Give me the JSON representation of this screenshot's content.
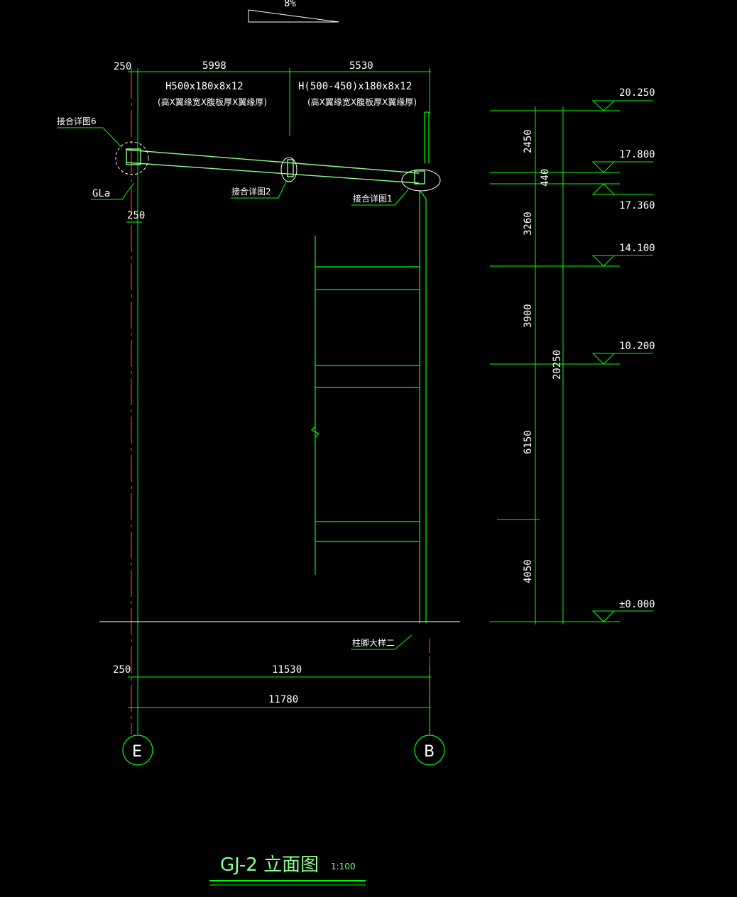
{
  "slope": "8%",
  "top_dims": {
    "left_offset": "250",
    "span1": "5998",
    "span2": "5530"
  },
  "beam1": {
    "section": "H500x180x8x12",
    "note": "(高X翼缘宽X腹板厚X翼缘厚)"
  },
  "beam2": {
    "section": "H(500-450)x180x8x12",
    "note": "(高X翼缘宽X腹板厚X翼缘厚)"
  },
  "labels": {
    "joint6": "接合详图6",
    "joint2": "接合详图2",
    "joint1": "接合详图1",
    "gla": "GLa",
    "dim250": "250",
    "base": "柱脚大样二"
  },
  "elevations": [
    "20.250",
    "17.800",
    "17.360",
    "14.100",
    "10.200",
    "±0.000"
  ],
  "vdims": {
    "d1": "2450",
    "d2": "440",
    "d3": "3260",
    "d4": "3900",
    "d5": "6150",
    "d6": "4050",
    "total": "20250"
  },
  "bottom_dims": {
    "offset": "250",
    "span": "11530",
    "total": "11780"
  },
  "axes": {
    "left": "E",
    "right": "B"
  },
  "title": {
    "name": "GJ-2 立面图",
    "scale": "1:100"
  }
}
